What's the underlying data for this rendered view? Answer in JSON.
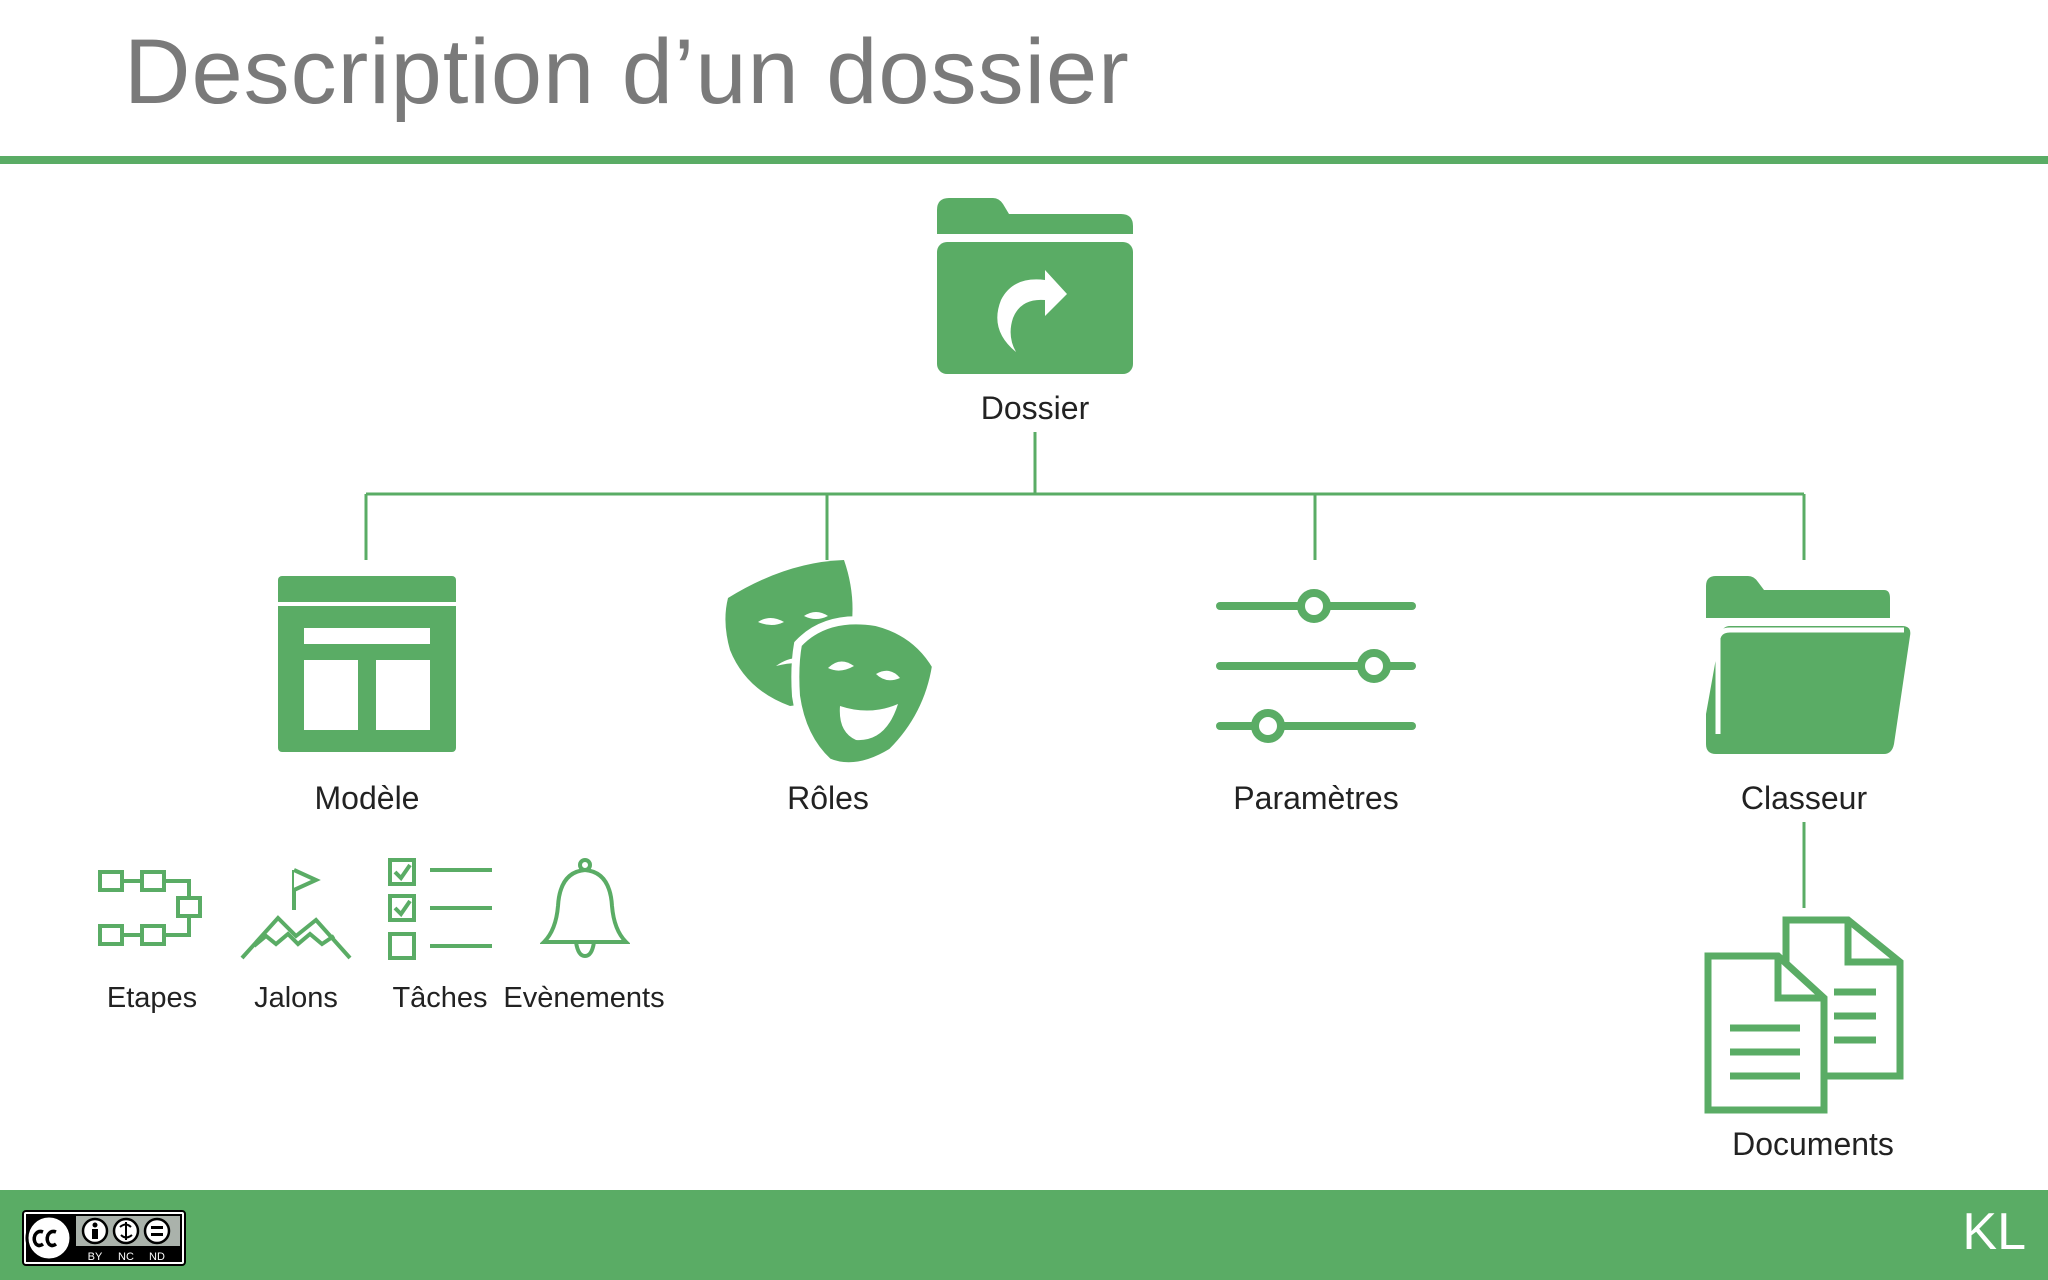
{
  "slide": {
    "title": "Description d’un dossier"
  },
  "nodes": {
    "root": {
      "label": "Dossier",
      "icon": "folder-shortcut-icon"
    },
    "modele": {
      "label": "Modèle",
      "icon": "layout-icon"
    },
    "roles": {
      "label": "Rôles",
      "icon": "theater-masks-icon"
    },
    "parametres": {
      "label": "Paramètres",
      "icon": "sliders-icon"
    },
    "classeur": {
      "label": "Classeur",
      "icon": "folder-open-icon"
    },
    "documents": {
      "label": "Documents",
      "icon": "documents-icon"
    }
  },
  "sub_items": [
    {
      "label": "Etapes",
      "icon": "workflow-steps-icon"
    },
    {
      "label": "Jalons",
      "icon": "mountain-flag-icon"
    },
    {
      "label": "Tâches",
      "icon": "checklist-icon"
    },
    {
      "label": "Evènements",
      "icon": "bell-icon"
    }
  ],
  "footer": {
    "license_icon": "cc-by-nc-nd-icon",
    "license_terms": [
      "BY",
      "NC",
      "ND"
    ],
    "initials": "KL"
  },
  "colors": {
    "accent": "#5aac65",
    "title": "#7a7a7a",
    "text": "#222222"
  }
}
